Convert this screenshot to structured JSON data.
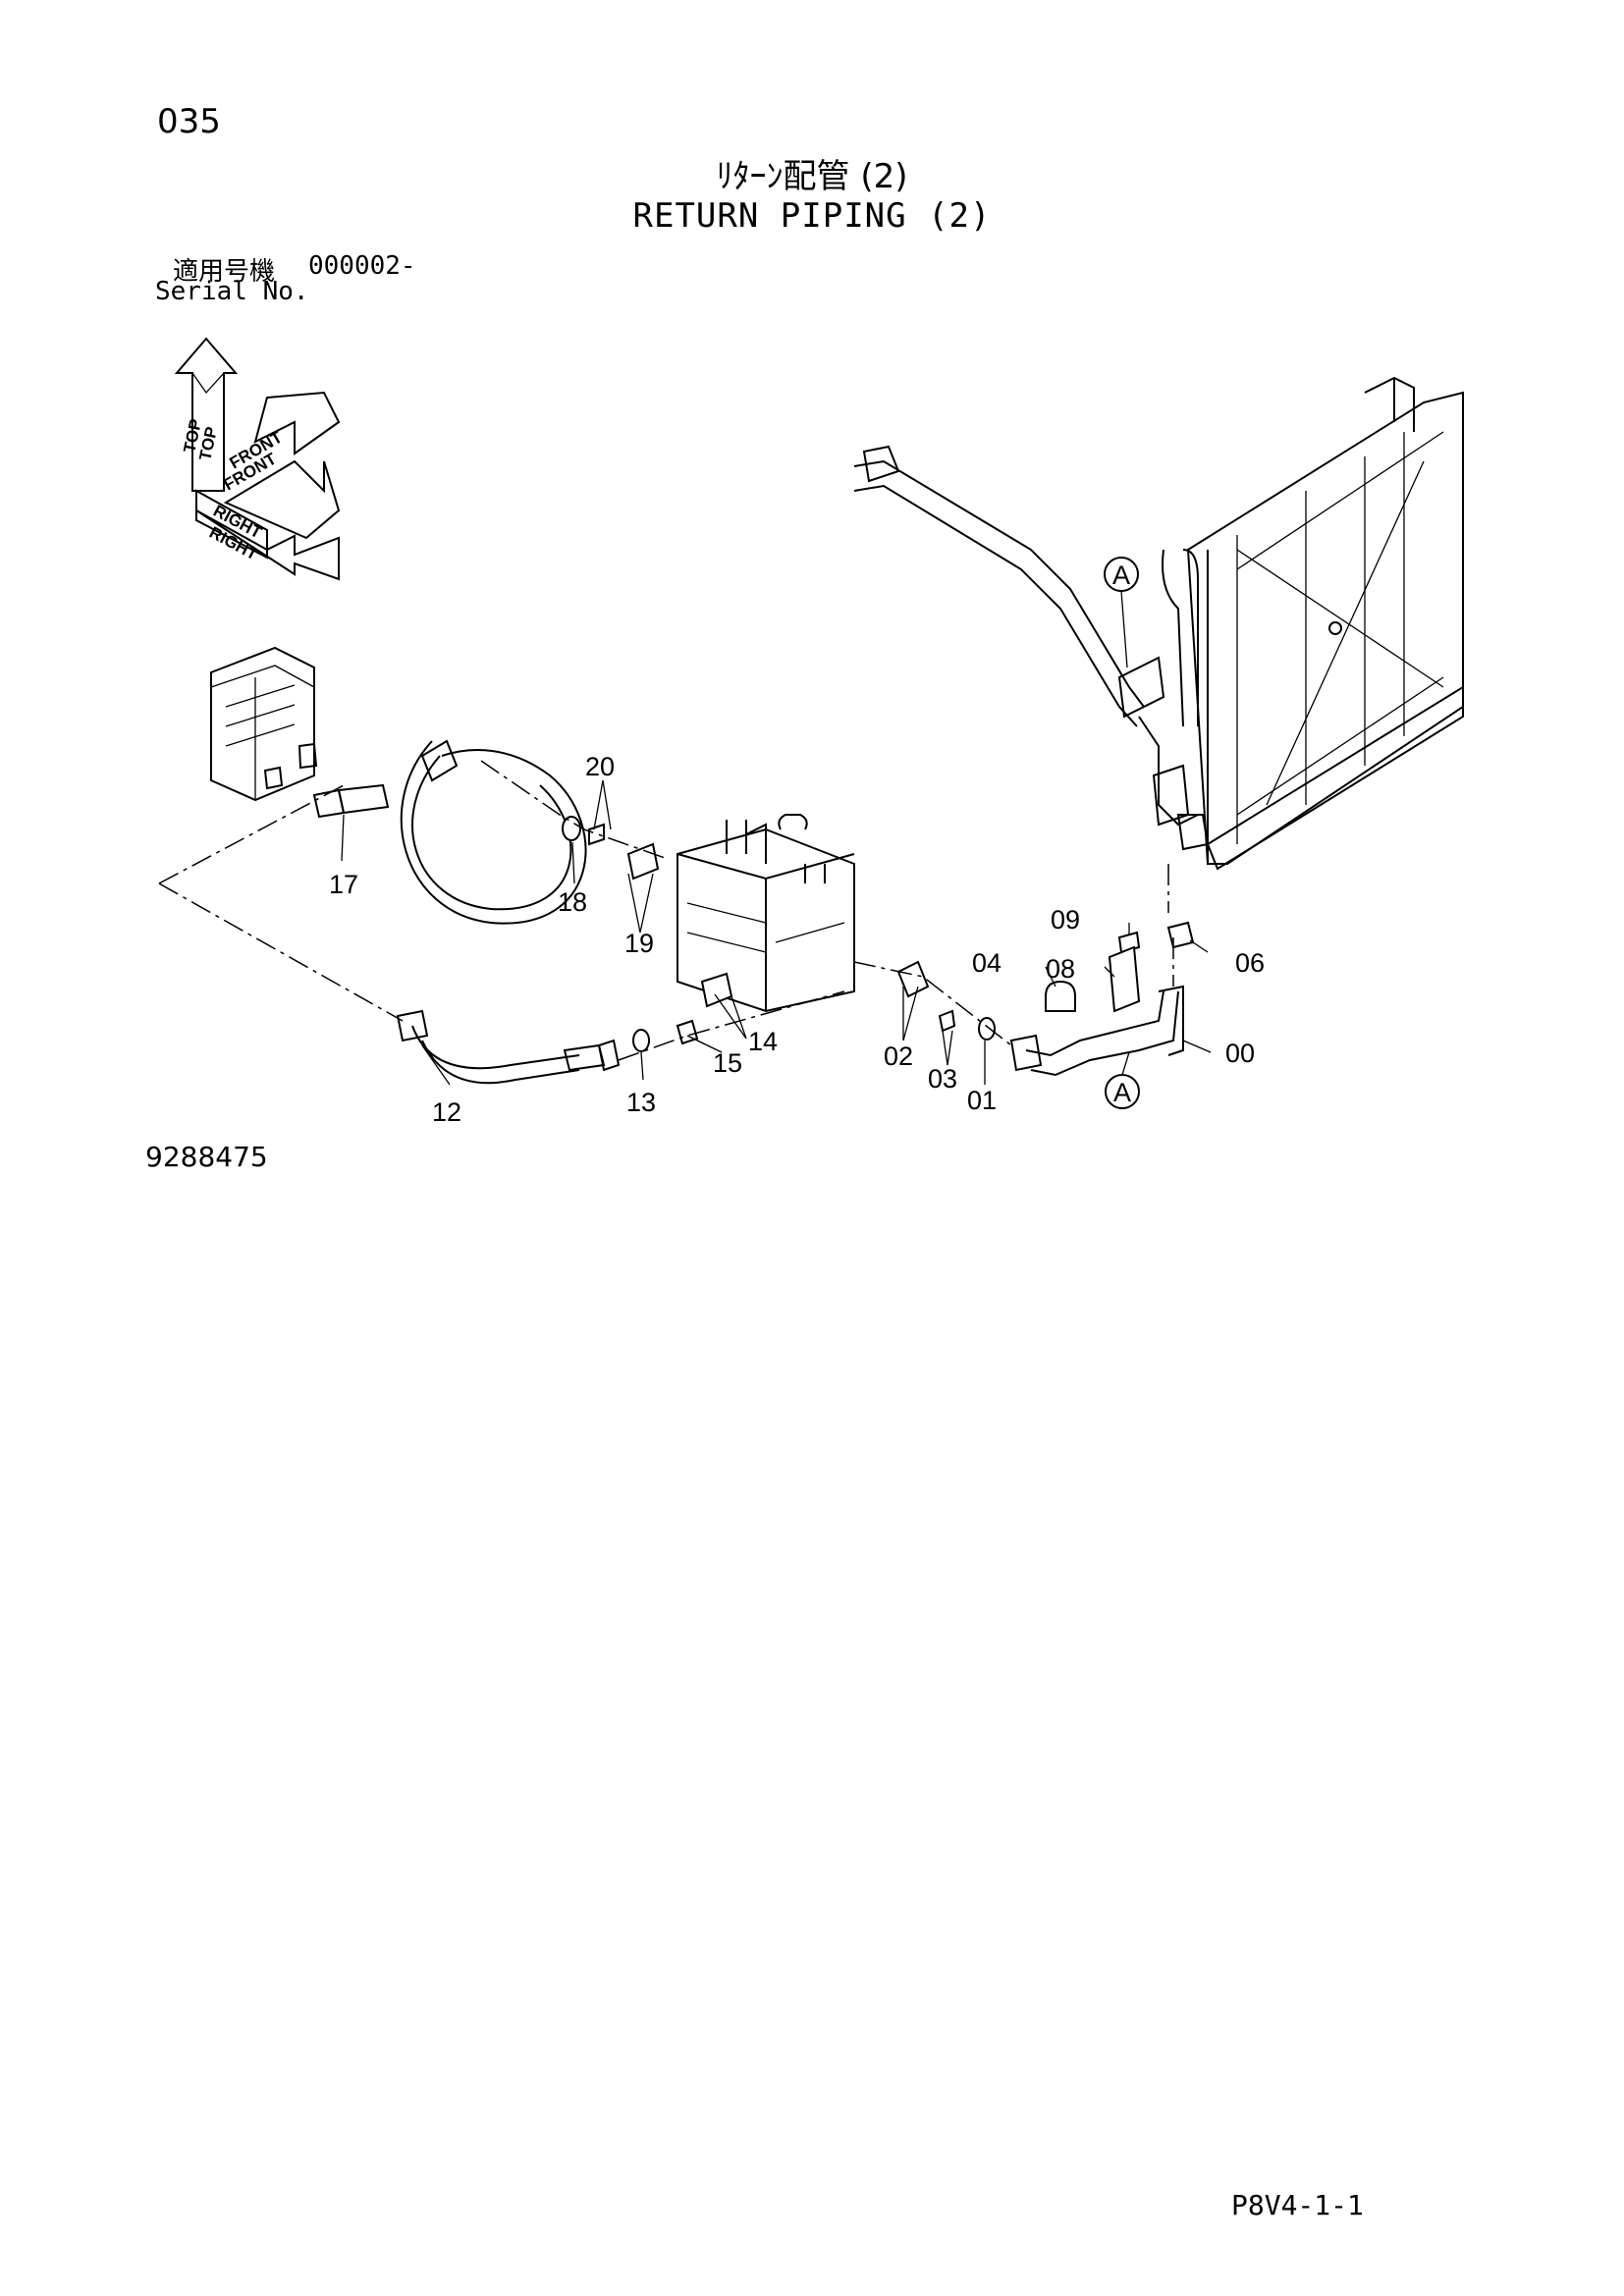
{
  "page_number": "035",
  "title_jp": "ﾘﾀｰﾝ配管 (2)",
  "title_en": "RETURN PIPING (2)",
  "serial": {
    "label_jp": "適用号機",
    "value": "000002-",
    "label_en": "Serial No."
  },
  "orientation": {
    "top": "TOP",
    "front": "FRONT",
    "right": "RIGHT"
  },
  "ref_marker": "A",
  "callouts": {
    "c20": "20",
    "c17": "17",
    "c18": "18",
    "c19": "19",
    "c14": "14",
    "c15": "15",
    "c12": "12",
    "c13": "13",
    "c09": "09",
    "c04": "04",
    "c08": "08",
    "c06": "06",
    "c02": "02",
    "c03": "03",
    "c01": "01",
    "c00": "00"
  },
  "drawing_number": "9288475",
  "page_code": "P8V4-1-1"
}
